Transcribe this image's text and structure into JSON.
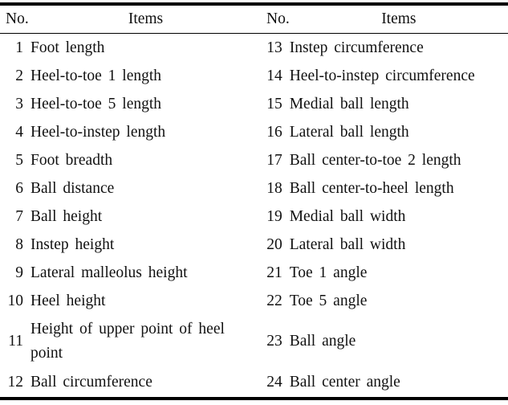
{
  "headers": {
    "no": "No.",
    "items": "Items"
  },
  "rows": [
    {
      "no1": "1",
      "item1": "Foot length",
      "no2": "13",
      "item2": "Instep circumference"
    },
    {
      "no1": "2",
      "item1": "Heel-to-toe 1 length",
      "no2": "14",
      "item2": "Heel-to-instep circumference"
    },
    {
      "no1": "3",
      "item1": "Heel-to-toe 5 length",
      "no2": "15",
      "item2": "Medial ball length"
    },
    {
      "no1": "4",
      "item1": "Heel-to-instep length",
      "no2": "16",
      "item2": "Lateral ball length"
    },
    {
      "no1": "5",
      "item1": "Foot breadth",
      "no2": "17",
      "item2": "Ball center-to-toe 2 length"
    },
    {
      "no1": "6",
      "item1": "Ball distance",
      "no2": "18",
      "item2": "Ball center-to-heel length"
    },
    {
      "no1": "7",
      "item1": "Ball height",
      "no2": "19",
      "item2": "Medial ball width"
    },
    {
      "no1": "8",
      "item1": "Instep height",
      "no2": "20",
      "item2": "Lateral ball width"
    },
    {
      "no1": "9",
      "item1": "Lateral malleolus height",
      "no2": "21",
      "item2": "Toe 1 angle"
    },
    {
      "no1": "10",
      "item1": "Heel height",
      "no2": "22",
      "item2": "Toe 5 angle"
    },
    {
      "no1": "11",
      "item1": "Height of upper point of heel point",
      "no2": "23",
      "item2": "Ball angle"
    },
    {
      "no1": "12",
      "item1": "Ball circumference",
      "no2": "24",
      "item2": "Ball center angle"
    }
  ]
}
